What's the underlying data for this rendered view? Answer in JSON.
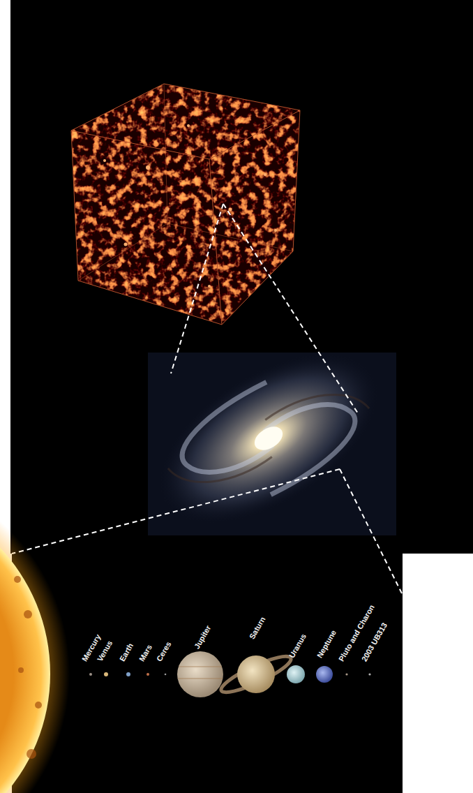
{
  "diagram": {
    "labels": [
      "Mercury",
      "Venus",
      "Earth",
      "Mars",
      "Ceres",
      "Jupiter",
      "Saturn",
      "Uranus",
      "Neptune",
      "Pluto and Charon",
      "2003 UB313"
    ]
  }
}
